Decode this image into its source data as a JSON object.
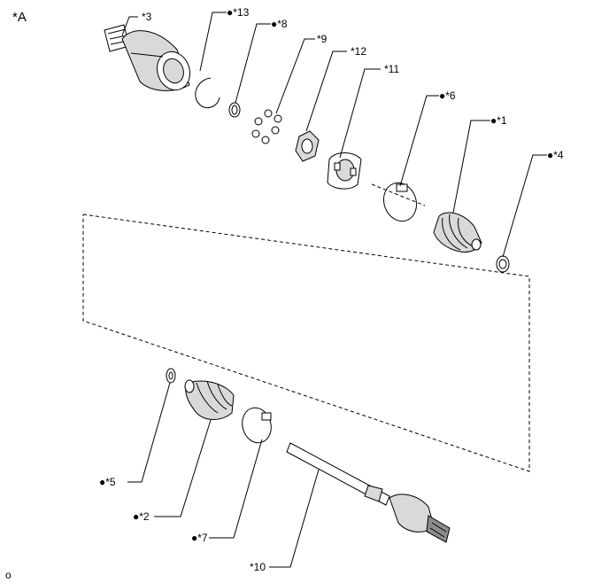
{
  "figure": {
    "view_label": "*A",
    "figure_code": "o"
  },
  "callouts": {
    "c1": "●*1",
    "c2": "●*2",
    "c3": "*3",
    "c4": "●*4",
    "c5": "●*5",
    "c6": "●*6",
    "c7": "●*7",
    "c8": "●*8",
    "c9": "*9",
    "c10": "*10",
    "c11": "*11",
    "c12": "*12",
    "c13": "●*13"
  }
}
